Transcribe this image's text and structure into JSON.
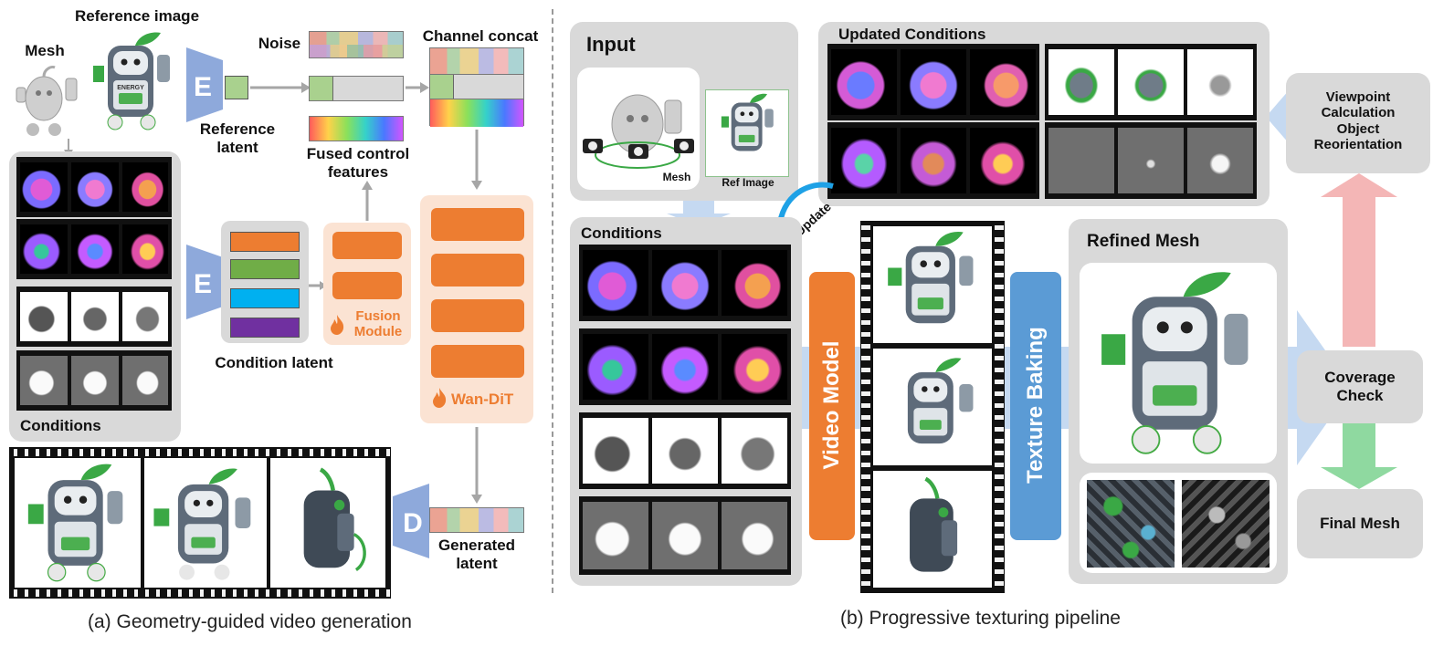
{
  "left": {
    "labels": {
      "reference_image": "Reference image",
      "mesh": "Mesh",
      "noise": "Noise",
      "channel_concat": "Channel concat",
      "reference_latent": "Reference\nlatent",
      "fused_control_features": "Fused control\nfeatures",
      "condition_latent": "Condition latent",
      "fusion_module": "Fusion\nModule",
      "wan_dit": "Wan-DiT",
      "conditions": "Conditions",
      "generated_latent": "Generated\nlatent"
    },
    "encoder_letter": "E",
    "decoder_letter": "D",
    "caption": "(a) Geometry-guided video generation"
  },
  "right": {
    "labels": {
      "input": "Input",
      "mesh": "Mesh",
      "ref_image": "Ref Image",
      "updated_conditions": "Updated Conditions",
      "conditions": "Conditions",
      "update": "Update",
      "video_model": "Video Model",
      "texture_baking": "Texture Baking",
      "refined_mesh": "Refined Mesh",
      "viewpoint": "Viewpoint\nCalculation\nObject\nReorientation",
      "coverage_check": "Coverage\nCheck",
      "final_mesh": "Final Mesh"
    },
    "caption": "(b) Progressive texturing pipeline"
  },
  "colors": {
    "orange": "#ed7d31",
    "blue": "#5b9bd5",
    "encoder": "#8ea9db",
    "pink_arrow": "#f4b6b6",
    "green_arrow": "#8fd9a0",
    "light_blue_arrow": "#c5d9f1",
    "gray_panel": "#d9d9d9",
    "fusion_bg": "#fbe3d3",
    "latent_green": "#a9d18e"
  },
  "condition_bars": [
    "#ed7d31",
    "#70ad47",
    "#00b0f0",
    "#7030a0"
  ]
}
